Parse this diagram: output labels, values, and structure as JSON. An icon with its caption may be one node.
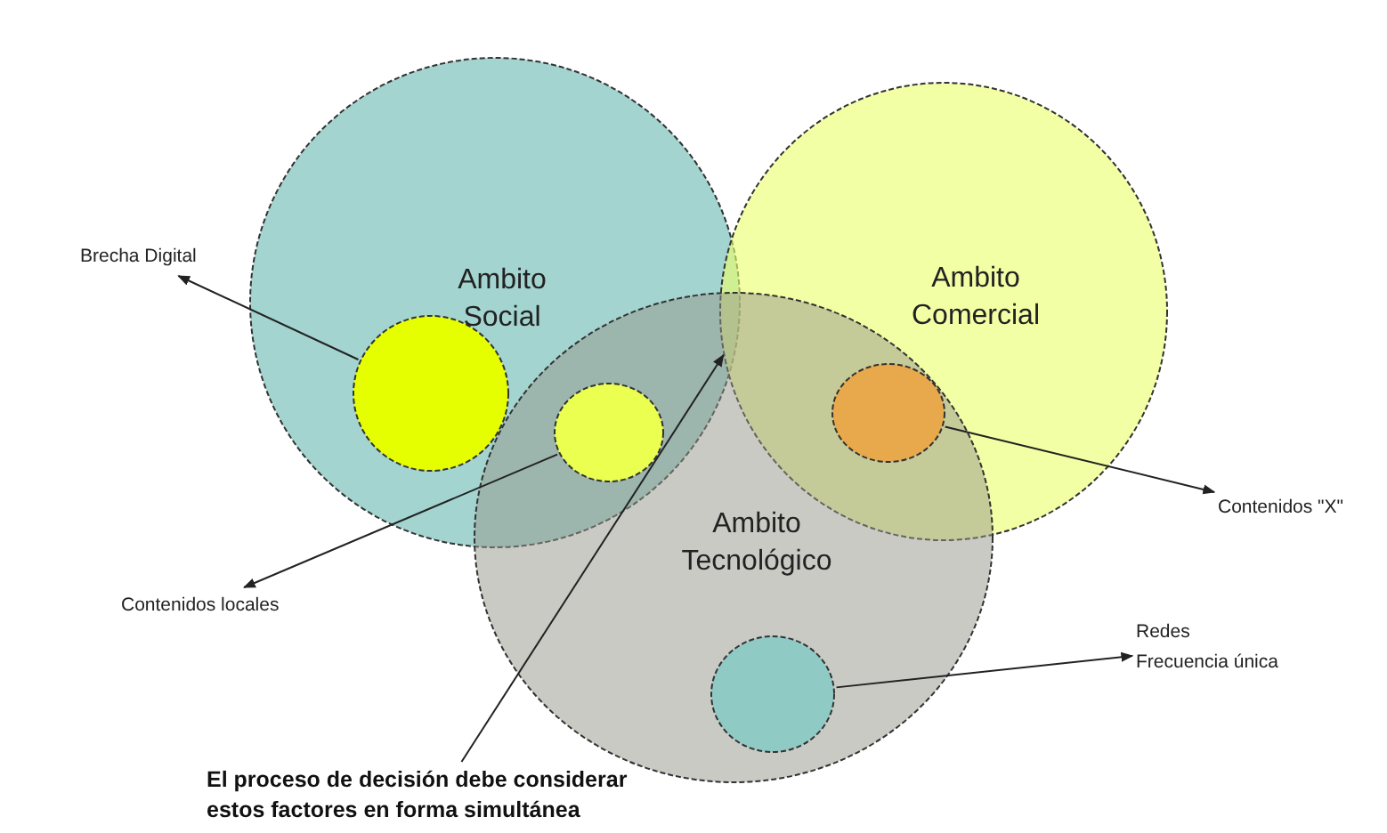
{
  "diagram": {
    "nodes": [
      {
        "text": [
          "Ambito Social"
        ]
      },
      {
        "text": [
          "Ambito Comercial"
        ]
      },
      {
        "text": [
          "Ambito Tecnológico"
        ]
      },
      {
        "text": [],
        "shape": "circle",
        "in": 0
      },
      {
        "text": [],
        "shape": "circle"
      },
      {
        "text": [],
        "shape": "circle"
      },
      {
        "text": [],
        "shape": "circle",
        "in": 2
      },
      {
        "text": [
          "Brecha Digital"
        ]
      },
      {
        "text": [
          "Contenidos locales"
        ]
      },
      {
        "text": [
          "Contenidos \"X\""
        ]
      },
      {
        "text": [
          "Redes",
          "Frecuencia única"
        ]
      },
      {
        "text": [
          "El proceso de decisión debe considerar estos factores en forma simultánea"
        ]
      }
    ],
    "edges": [
      {
        "from": 3,
        "to": 7,
        "arrow": "to"
      },
      {
        "from": 4,
        "to": 8,
        "arrow": "to"
      },
      {
        "from": 5,
        "to": 9,
        "arrow": "to"
      },
      {
        "from": 6,
        "to": 10,
        "arrow": "to"
      },
      {
        "from": 11,
        "to": 1,
        "arrow": "to"
      }
    ]
  }
}
